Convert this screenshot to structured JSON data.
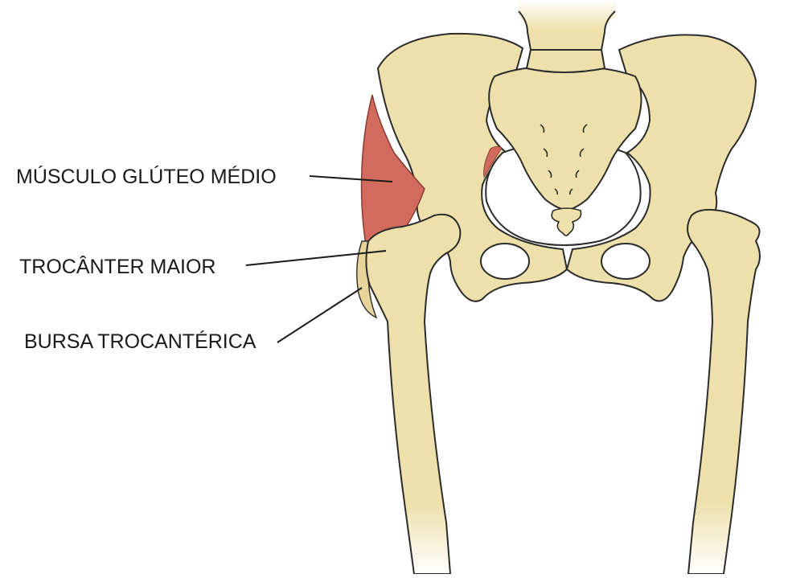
{
  "diagram": {
    "labels": {
      "gluteus_medius": "MÚSCULO GLÚTEO MÉDIO",
      "greater_trochanter": "TROCÂNTER MAIOR",
      "trochanteric_bursa": "BURSA TROCANTÉRICA"
    },
    "colors": {
      "bone_fill": "#ede0aa",
      "bone_stroke": "#2b2b2b",
      "muscle_fill": "#d26a5e",
      "bursa_fill": "#e8d39a",
      "leader_line": "#1a1a1a"
    }
  }
}
